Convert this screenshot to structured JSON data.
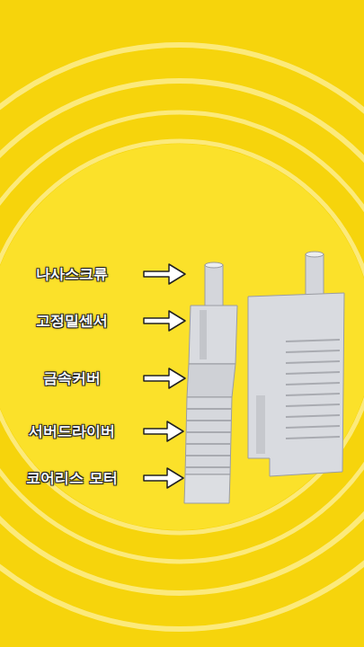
{
  "diagram": {
    "labels": [
      "나사스크류",
      "고정밀센서",
      "금속커버",
      "서버드라이버",
      "코어리스 모터"
    ]
  }
}
